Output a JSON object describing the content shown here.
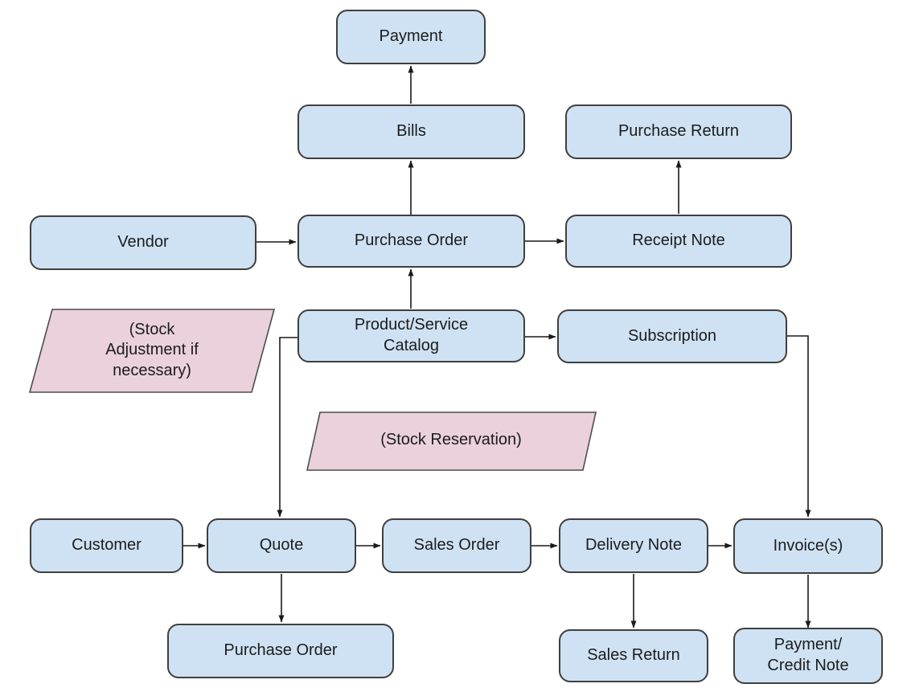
{
  "nodes": {
    "payment": {
      "label": "Payment"
    },
    "bills": {
      "label": "Bills"
    },
    "purchase_return": {
      "label": "Purchase Return"
    },
    "vendor": {
      "label": "Vendor"
    },
    "purchase_order_top": {
      "label": "Purchase Order"
    },
    "receipt_note": {
      "label": "Receipt Note"
    },
    "catalog": {
      "label": "Product/Service\nCatalog"
    },
    "subscription": {
      "label": "Subscription"
    },
    "customer": {
      "label": "Customer"
    },
    "quote": {
      "label": "Quote"
    },
    "sales_order": {
      "label": "Sales Order"
    },
    "delivery_note": {
      "label": "Delivery Note"
    },
    "invoices": {
      "label": "Invoice(s)"
    },
    "purchase_order_bottom": {
      "label": "Purchase Order"
    },
    "sales_return": {
      "label": "Sales Return"
    },
    "payment_credit_note": {
      "label": "Payment/\nCredit Note"
    }
  },
  "annotations": {
    "stock_adjustment": {
      "label": "(Stock\nAdjustment if\nnecessary)"
    },
    "stock_reservation": {
      "label": "(Stock Reservation)"
    }
  },
  "edges": [
    {
      "from": "vendor",
      "to": "purchase_order_top"
    },
    {
      "from": "purchase_order_top",
      "to": "bills"
    },
    {
      "from": "bills",
      "to": "payment"
    },
    {
      "from": "purchase_order_top",
      "to": "receipt_note"
    },
    {
      "from": "receipt_note",
      "to": "purchase_return"
    },
    {
      "from": "catalog",
      "to": "purchase_order_top"
    },
    {
      "from": "catalog",
      "to": "subscription"
    },
    {
      "from": "catalog",
      "to": "quote"
    },
    {
      "from": "subscription",
      "to": "invoices"
    },
    {
      "from": "customer",
      "to": "quote"
    },
    {
      "from": "quote",
      "to": "sales_order"
    },
    {
      "from": "quote",
      "to": "purchase_order_bottom"
    },
    {
      "from": "sales_order",
      "to": "delivery_note"
    },
    {
      "from": "delivery_note",
      "to": "invoices"
    },
    {
      "from": "delivery_note",
      "to": "sales_return"
    },
    {
      "from": "invoices",
      "to": "payment_credit_note"
    }
  ],
  "colors": {
    "node_fill": "#cfe2f3",
    "node_border": "#3f3f3f",
    "annotation_fill": "#ead1dc",
    "annotation_border": "#4d4d4d",
    "connector": "#1a1a1a",
    "background": "#ffffff",
    "text": "#1c1c1c"
  }
}
